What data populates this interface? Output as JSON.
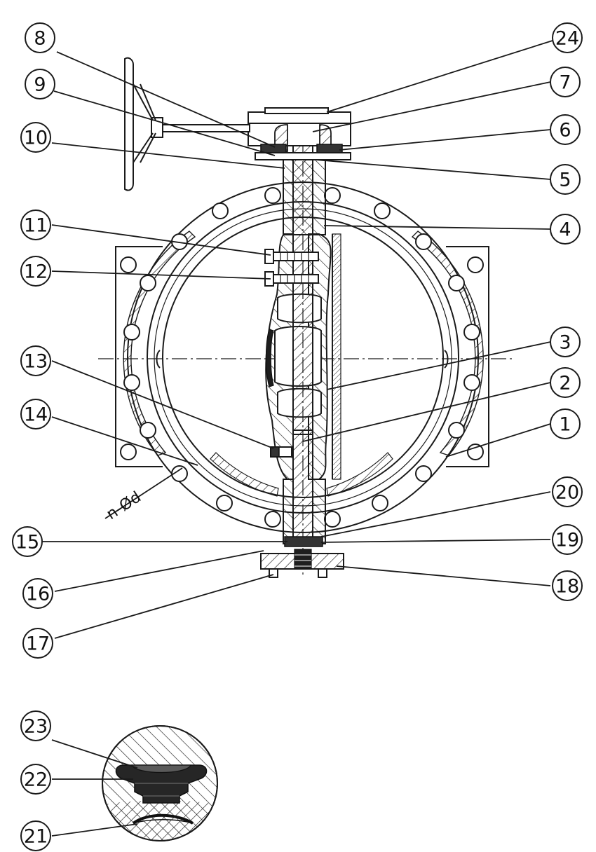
{
  "callouts": [
    {
      "id": "1",
      "text": "1"
    },
    {
      "id": "2",
      "text": "2"
    },
    {
      "id": "3",
      "text": "3"
    },
    {
      "id": "4",
      "text": "4"
    },
    {
      "id": "5",
      "text": "5"
    },
    {
      "id": "6",
      "text": "6"
    },
    {
      "id": "7",
      "text": "7"
    },
    {
      "id": "8",
      "text": "8"
    },
    {
      "id": "9",
      "text": "9"
    },
    {
      "id": "10",
      "text": "10"
    },
    {
      "id": "11",
      "text": "11"
    },
    {
      "id": "12",
      "text": "12"
    },
    {
      "id": "13",
      "text": "13"
    },
    {
      "id": "14",
      "text": "14"
    },
    {
      "id": "15",
      "text": "15"
    },
    {
      "id": "16",
      "text": "16"
    },
    {
      "id": "17",
      "text": "17"
    },
    {
      "id": "18",
      "text": "18"
    },
    {
      "id": "19",
      "text": "19"
    },
    {
      "id": "20",
      "text": "20"
    },
    {
      "id": "21",
      "text": "21"
    },
    {
      "id": "22",
      "text": "22"
    },
    {
      "id": "23",
      "text": "23"
    },
    {
      "id": "24",
      "text": "24"
    }
  ],
  "annotations": {
    "bolt_holes": "n-Ød"
  }
}
